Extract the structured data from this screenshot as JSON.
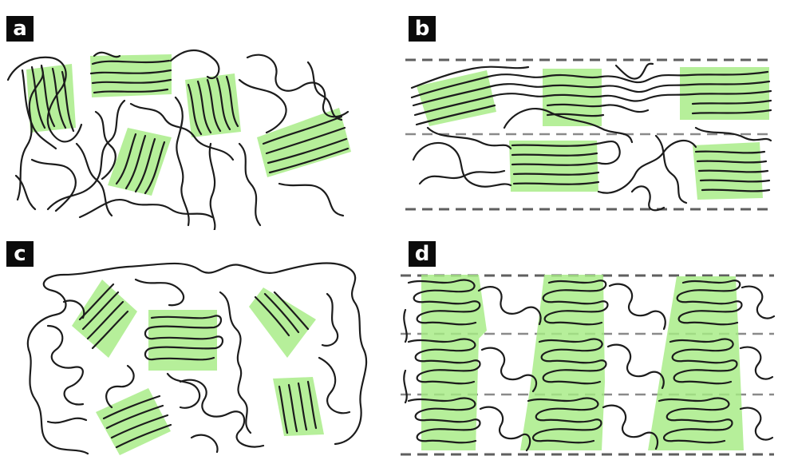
{
  "panels": {
    "a": {
      "label": "a"
    },
    "b": {
      "label": "b"
    },
    "c": {
      "label": "c"
    },
    "d": {
      "label": "d"
    }
  },
  "colors": {
    "crystal_fill": "#a6eb84",
    "chain_stroke": "#1c1c1c",
    "boundary_dash": "#5f5f5f"
  }
}
